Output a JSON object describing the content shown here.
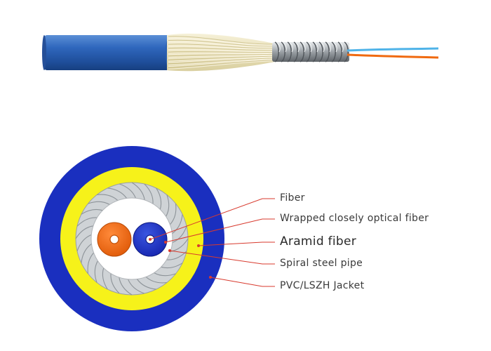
{
  "labels": {
    "fiber": "Fiber",
    "wrapped": "Wrapped closely optical fiber",
    "aramid": "Aramid fiber",
    "steel": "Spiral steel pipe",
    "jacket": "PVC/LSZH Jacket"
  },
  "colors": {
    "jacket_blue": "#1a2fbf",
    "aramid_yellow": "#f6f21a",
    "steel_gray": "#cfd3d6",
    "fiber_orange": "#f06a10",
    "fiber_blue": "#1a2fbf",
    "leader_red": "#d83a2e",
    "cable_blue": "#2a62b8",
    "aramid_cream": "#efe9c9"
  }
}
